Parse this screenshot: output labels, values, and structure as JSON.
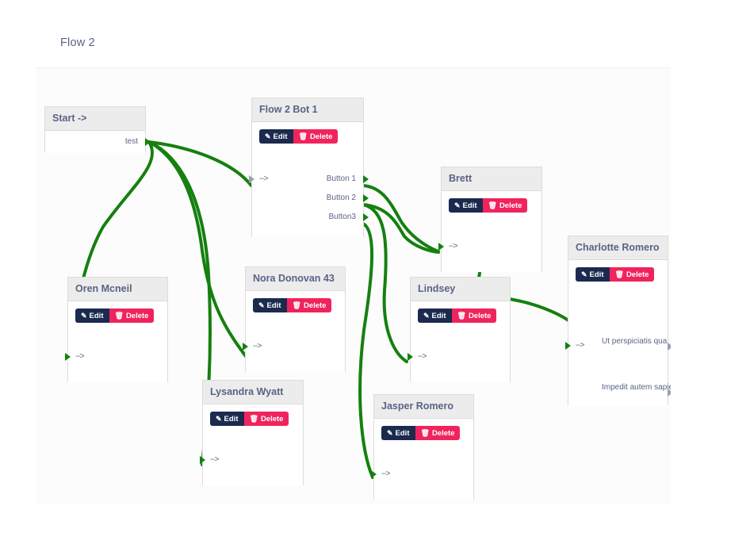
{
  "card": {
    "title": "Flow 2"
  },
  "palette": {
    "edge": "#15800f",
    "edit_button": "#1b2a4e",
    "delete_button": "#f0245c",
    "node_header": "#ececec",
    "node_border": "#dcdcdc",
    "text": "#5a6386",
    "canvas": "#fcfcfc"
  },
  "labels": {
    "edit": "Edit",
    "delete": "Delete",
    "edit_icon": "edit-square-icon",
    "delete_icon": "trash-icon",
    "input_arrow": "-->"
  },
  "nodes": [
    {
      "id": "start",
      "title": "Start ->",
      "has_actions": false,
      "inputs": [],
      "outputs": [
        "test"
      ]
    },
    {
      "id": "flow2bot1",
      "title": "Flow 2 Bot 1",
      "has_actions": true,
      "inputs": [
        "-->"
      ],
      "outputs": [
        "Button 1",
        "Button 2",
        "Button3"
      ]
    },
    {
      "id": "oren",
      "title": "Oren Mcneil",
      "has_actions": true,
      "inputs": [
        "-->"
      ],
      "outputs": []
    },
    {
      "id": "nora",
      "title": "Nora Donovan 43",
      "has_actions": true,
      "inputs": [
        "-->"
      ],
      "outputs": []
    },
    {
      "id": "lysandra",
      "title": "Lysandra Wyatt",
      "has_actions": true,
      "inputs": [
        "-->"
      ],
      "outputs": []
    },
    {
      "id": "jasper",
      "title": "Jasper Romero",
      "has_actions": true,
      "inputs": [
        "-->"
      ],
      "outputs": []
    },
    {
      "id": "lindsey",
      "title": "Lindsey",
      "has_actions": true,
      "inputs": [
        "-->"
      ],
      "outputs": []
    },
    {
      "id": "brett",
      "title": "Brett",
      "has_actions": true,
      "inputs": [
        "-->"
      ],
      "outputs": []
    },
    {
      "id": "charlotte",
      "title": "Charlotte Romero",
      "has_actions": true,
      "inputs": [
        "-->"
      ],
      "outputs": [
        "Ut perspiciatis qua",
        "Impedit autem sapie"
      ]
    }
  ]
}
